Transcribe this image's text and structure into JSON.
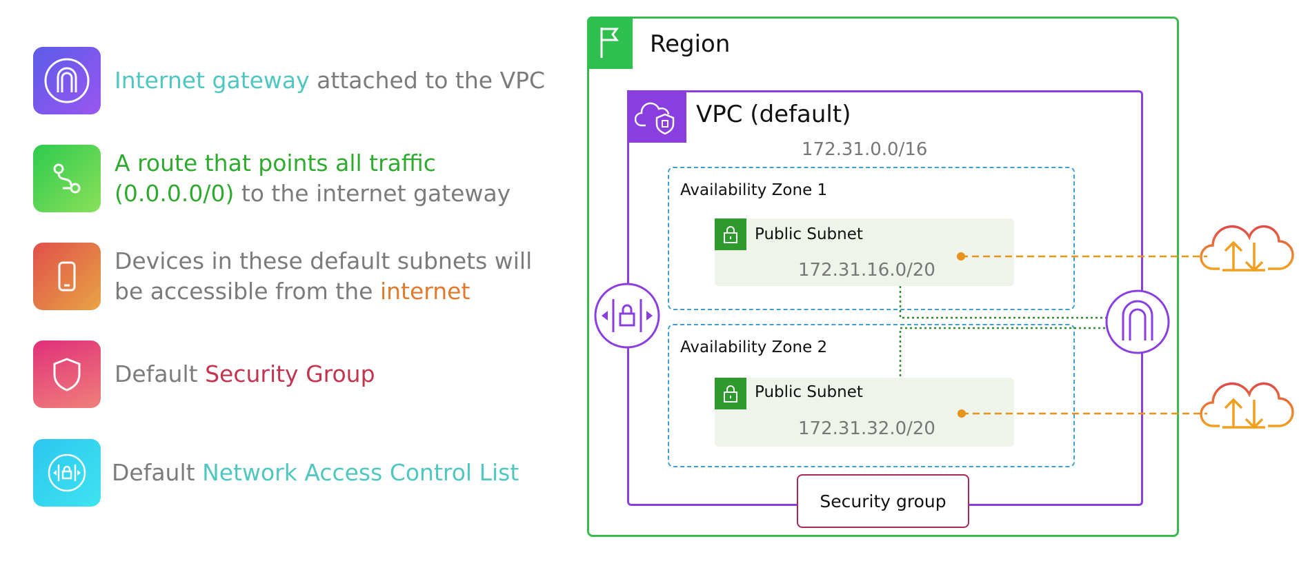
{
  "legend": [
    {
      "parts": [
        {
          "text": "Internet gateway",
          "color": "#4fc7c0"
        },
        {
          "text": " attached to the VPC",
          "color": "#7b7b7b"
        }
      ],
      "icon": "internet-gateway-icon"
    },
    {
      "parts": [
        {
          "text": "A route that points all traffic",
          "color": "#2eaa2e"
        },
        {
          "text": "(0.0.0.0/0)",
          "color": "#2eaa2e"
        },
        {
          "text": " to the internet gateway",
          "color": "#7b7b7b"
        }
      ],
      "icon": "route-icon"
    },
    {
      "parts": [
        {
          "text": "Devices in these default subnets will",
          "color": "#7b7b7b"
        },
        {
          "text": "be accessible from the ",
          "color": "#7b7b7b"
        },
        {
          "text": "internet",
          "color": "#e07a2c"
        }
      ],
      "icon": "mobile-device-icon"
    },
    {
      "parts": [
        {
          "text": "Default ",
          "color": "#7b7b7b"
        },
        {
          "text": "Security Group",
          "color": "#c2344f"
        }
      ],
      "icon": "shield-icon"
    },
    {
      "parts": [
        {
          "text": "Default ",
          "color": "#7b7b7b"
        },
        {
          "text": "Network Access Control List",
          "color": "#4fc7c0"
        }
      ],
      "icon": "nacl-icon"
    }
  ],
  "diagram": {
    "region_label": "Region",
    "vpc_label": "VPC (default)",
    "vpc_cidr": "172.31.0.0/16",
    "az1_label": "Availability Zone 1",
    "az2_label": "Availability Zone 2",
    "subnet1_label": "Public Subnet",
    "subnet1_cidr": "172.31.16.0/20",
    "subnet2_label": "Public Subnet",
    "subnet2_cidr": "172.31.32.0/20",
    "security_group_label": "Security group"
  },
  "colors": {
    "region": "#3dba4e",
    "vpc": "#8a3ee0",
    "az": "#3b9fcf",
    "security_group": "#a8294d",
    "connector": "#e8911d",
    "route": "#2e8b2e"
  }
}
